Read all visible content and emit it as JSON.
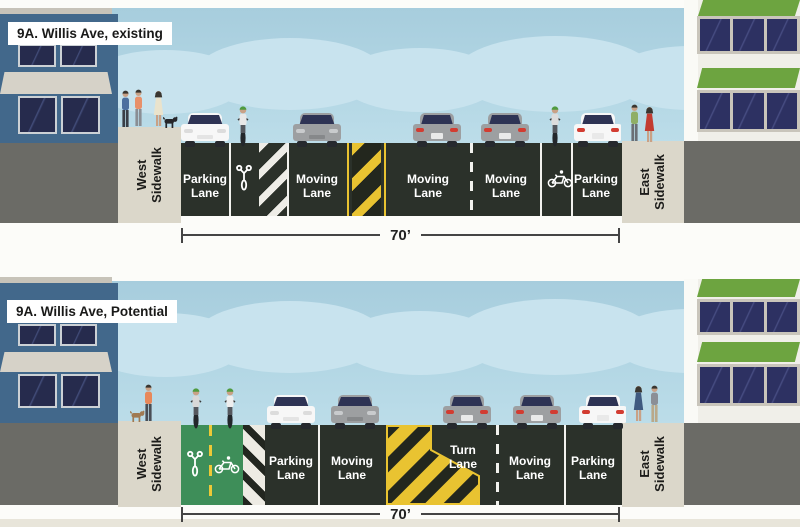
{
  "diagram": {
    "sections": [
      {
        "id": "existing",
        "title": "9A. Willis Ave, existing",
        "west_sidewalk_label": "West Sidewalk",
        "east_sidewalk_label": "East Sidewalk",
        "roadway_width_label": "70’",
        "lane_labels": {
          "parking_west": "Parking Lane",
          "moving_west": "Moving Lane",
          "moving_center_east": "Moving Lane",
          "moving_east": "Moving Lane",
          "parking_east": "Parking Lane"
        }
      },
      {
        "id": "potential",
        "title": "9A. Willis Ave, Potential",
        "west_sidewalk_label": "West Sidewalk",
        "east_sidewalk_label": "East Sidewalk",
        "roadway_width_label": "70’",
        "lane_labels": {
          "parking_west": "Parking Lane",
          "moving_west": "Moving Lane",
          "turn": "Turn Lane",
          "moving_east": "Moving Lane",
          "parking_east": "Parking Lane"
        }
      }
    ],
    "icons": {
      "bike_front": "bike-front-pavement-marking",
      "bike_side": "bike-side-pavement-marking"
    },
    "colors": {
      "sky": "#afd3e2",
      "cloud": "#c8e3ee",
      "road": "#2b312a",
      "sidewalk": "#dbd7ca",
      "under_building_gray": "#6b6b66",
      "lane_line_white": "#f2f2ee",
      "median_yellow": "#e9c331",
      "bike_lane_green": "#3e8e59",
      "left_building_blue": "#42688b",
      "right_building_cream": "#f0efe9",
      "awning_green": "#6da440",
      "awning_gray": "#d6d2c8",
      "window_navy": "#2d3162",
      "taillight_red": "#d23c31"
    }
  }
}
